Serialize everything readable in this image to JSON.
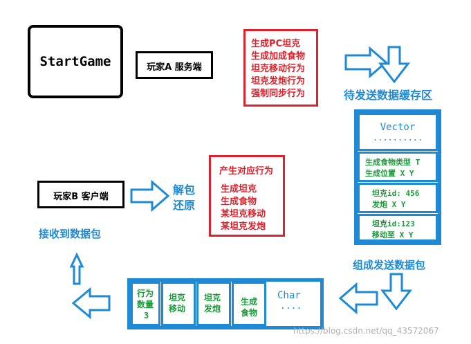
{
  "start_box": {
    "label": "StartGame"
  },
  "player_a": {
    "label": "玩家A 服务端"
  },
  "server_actions": {
    "lines": [
      "生成PC坦克",
      "生成加成食物",
      "坦克移动行为",
      "坦克发炮行为",
      "强制同步行为"
    ]
  },
  "buffer_label": "待发送数据缓存区",
  "vector": {
    "title": "Vector",
    "dots": "..........",
    "items": [
      {
        "line1": "生成食物类型 T",
        "line2": "生成位置 X Y"
      },
      {
        "line1": "坦克id: 456",
        "line2": "发炮  X Y"
      },
      {
        "line1": "坦克id:123",
        "line2": "移动至 X Y"
      }
    ]
  },
  "assemble_label": "组成发送数据包",
  "packet": {
    "cells": [
      {
        "line1": "行为",
        "line2": "数量",
        "line3": "3"
      },
      {
        "line1": "坦克",
        "line2": "移动"
      },
      {
        "line1": "坦克",
        "line2": "发炮"
      },
      {
        "line1": "生成",
        "line2": "食物"
      },
      {
        "line1": "Char",
        "line2": "...."
      }
    ]
  },
  "receive_label": "接收到数据包",
  "player_b": {
    "label": "玩家B 客户端"
  },
  "unpack_label": {
    "line1": "解包",
    "line2": "还原"
  },
  "client_actions": {
    "title": "产生对应行为",
    "lines": [
      "生成坦克",
      "生成食物",
      "某坦克移动",
      "某坦克发炮"
    ]
  },
  "watermark": "https://blog.csdn.net/qq_43572067",
  "colors": {
    "blue": "#1e8ad6",
    "red": "#e0202a",
    "green": "#1a9a3a",
    "black": "#000000"
  }
}
